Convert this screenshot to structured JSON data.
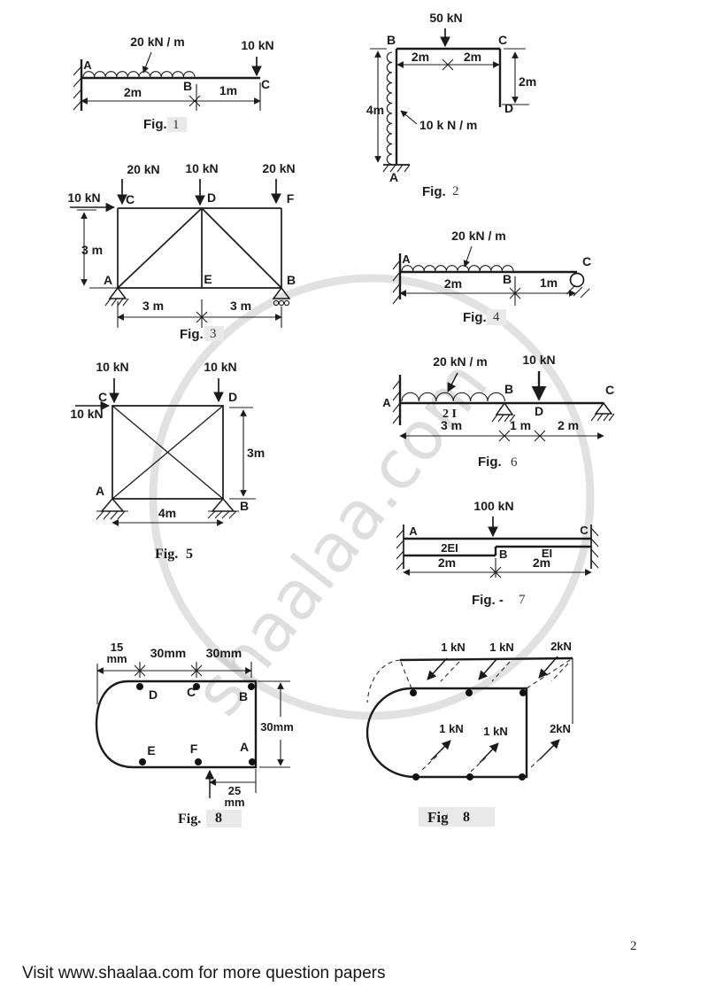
{
  "page": {
    "number": "2",
    "footer": "Visit www.shaalaa.com for more question papers",
    "watermark": "shaalaa.com"
  },
  "fig1": {
    "caption": "Fig.",
    "num": "1",
    "udl": "20 kN / m",
    "pload": "10 kN",
    "nA": "A",
    "nB": "B",
    "nC": "C",
    "d1": "2m",
    "d2": "1m"
  },
  "fig2": {
    "caption": "Fig.",
    "num": "2",
    "pload": "50 kN",
    "udl": "10 k N / m",
    "nA": "A",
    "nB": "B",
    "nC": "C",
    "nD": "D",
    "dTop1": "2m",
    "dTop2": "2m",
    "dLeft": "4m",
    "dRight": "2m"
  },
  "fig3": {
    "caption": "Fig.",
    "num": "3",
    "loadC": "20 kN",
    "loadD": "10 kN",
    "loadF": "20 kN",
    "loadH": "10 kN",
    "nA": "A",
    "nB": "B",
    "nC": "C",
    "nD": "D",
    "nE": "E",
    "nF": "F",
    "dLeft": "3 m",
    "d1": "3 m",
    "d2": "3 m"
  },
  "fig4": {
    "caption": "Fig.",
    "num": "4",
    "udl": "20 kN / m",
    "nA": "A",
    "nB": "B",
    "nC": "C",
    "d1": "2m",
    "d2": "1m"
  },
  "fig5": {
    "caption": "Fig.",
    "num": "5",
    "loadC": "10 kN",
    "loadD": "10 kN",
    "loadH": "10 kN",
    "nA": "A",
    "nB": "B",
    "nC": "C",
    "nD": "D",
    "dBottom": "4m",
    "dRight": "3m"
  },
  "fig6": {
    "caption": "Fig.",
    "num": "6",
    "udl": "20 kN / m",
    "pload": "10 kN",
    "nA": "A",
    "nB": "B",
    "nC": "C",
    "nD": "D",
    "sect": "2 I",
    "d1": "3 m",
    "d2": "1 m",
    "d3": "2 m"
  },
  "fig7": {
    "caption": "Fig. -",
    "num": "7",
    "pload": "100 kN",
    "nA": "A",
    "nB": "B",
    "nC": "C",
    "ei1": "2EI",
    "ei2": "EI",
    "d1": "2m",
    "d2": "2m"
  },
  "fig8a": {
    "caption": "Fig.",
    "num": "8",
    "d15": "15",
    "d15u": "mm",
    "d30a": "30mm",
    "d30b": "30mm",
    "dRight": "30mm",
    "d25": "25",
    "d25u": "mm",
    "nA": "A",
    "nB": "B",
    "nC": "C",
    "nD": "D",
    "nE": "E",
    "nF": "F"
  },
  "fig8b": {
    "caption": "Fig",
    "num": "8",
    "t1": "1 kN",
    "t2": "1 kN",
    "t3": "2kN",
    "m1": "1 kN",
    "m2": "1 kN",
    "m3": "2kN"
  }
}
